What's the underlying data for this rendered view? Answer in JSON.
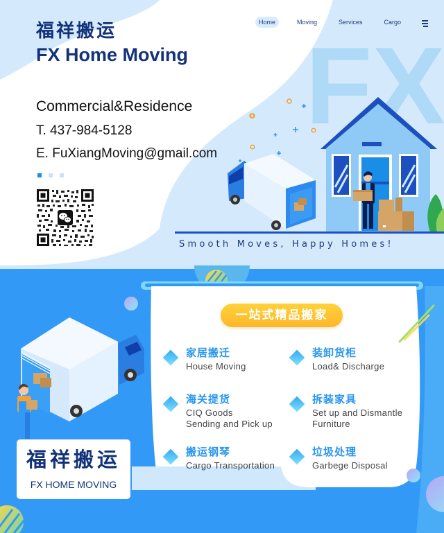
{
  "brand": {
    "name_cn": "福祥搬运",
    "name_en": "FX Home Moving",
    "watermark": "FX"
  },
  "nav": {
    "items": [
      {
        "label": "Home",
        "active": true
      },
      {
        "label": "Moving",
        "active": false
      },
      {
        "label": "Services",
        "active": false
      },
      {
        "label": "Cargo",
        "active": false
      }
    ],
    "menu_icon": "hamburger-menu-icon"
  },
  "contact": {
    "tagline": "Commercial&Residence",
    "phone": "T. 437-984-5128",
    "email": "E. FuXiangMoving@gmail.com"
  },
  "carousel": {
    "dots": 3,
    "active_index": 0
  },
  "qr": {
    "icon": "wechat-icon"
  },
  "hero": {
    "slogan": "Smooth Moves, Happy Homes!"
  },
  "services_section": {
    "badge": "一站式精品搬家",
    "items": [
      {
        "title_cn": "家居搬迁",
        "title_en": "House Moving"
      },
      {
        "title_cn": "装卸货柜",
        "title_en": "Load& Discharge"
      },
      {
        "title_cn": "海关提货",
        "title_en": "CIQ Goods",
        "title_en2": "Sending and Pick up"
      },
      {
        "title_cn": "拆装家具",
        "title_en": "Set up and Dismantle",
        "title_en2": "Furniture"
      },
      {
        "title_cn": "搬运钢琴",
        "title_en": "Cargo Transportation"
      },
      {
        "title_cn": "垃圾处理",
        "title_en": "Garbege Disposal"
      }
    ]
  },
  "footer_logo": {
    "name_cn": "福祥搬运",
    "name_en": "FX HOME MOVING"
  },
  "colors": {
    "brand_navy": "#12327a",
    "light_blue_bg": "#d4eafc",
    "bottom_blue": "#3399f7",
    "accent_blue": "#2a96ee",
    "badge_yellow": "#fdc22e",
    "box_brown": "#d4a566"
  }
}
